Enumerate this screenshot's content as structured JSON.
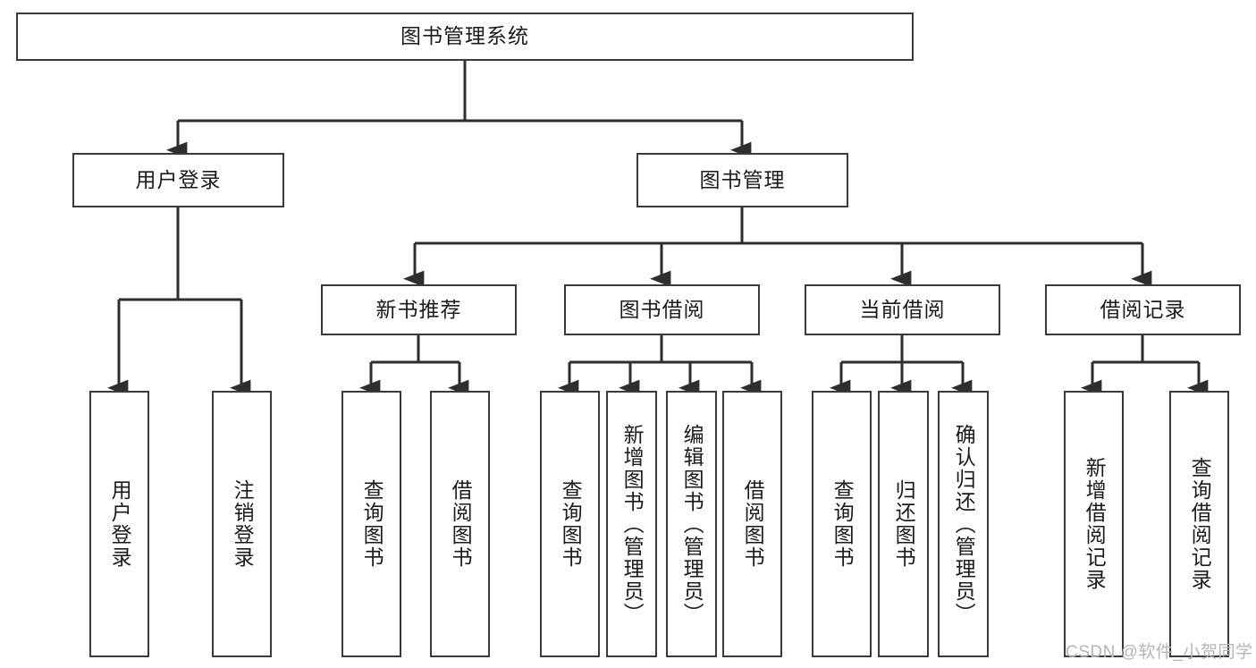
{
  "diagram": {
    "type": "tree",
    "title": "图书管理系统",
    "watermark": "CSDN @软件_小贺同学",
    "colors": {
      "background": "#ffffff",
      "border": "#3a3a3a",
      "text": "#1b1b1b",
      "connector": "#2e2e2e",
      "watermark": "#b6b6b6"
    },
    "nodes": {
      "root": {
        "label": "图书管理系统",
        "orientation": "horizontal",
        "level": 0
      },
      "l1_user_login": {
        "label": "用户登录",
        "orientation": "horizontal",
        "level": 1
      },
      "l1_book_manage": {
        "label": "图书管理",
        "orientation": "horizontal",
        "level": 1
      },
      "l2_new_book_rec": {
        "label": "新书推荐",
        "orientation": "horizontal",
        "level": 2
      },
      "l2_book_borrow": {
        "label": "图书借阅",
        "orientation": "horizontal",
        "level": 2
      },
      "l2_current_borrow": {
        "label": "当前借阅",
        "orientation": "horizontal",
        "level": 2
      },
      "l2_borrow_record": {
        "label": "借阅记录",
        "orientation": "horizontal",
        "level": 2
      },
      "leaf_user_login": {
        "label": "用户登录",
        "orientation": "vertical",
        "level": 3,
        "parent": "用户登录"
      },
      "leaf_user_logout": {
        "label": "注销登录",
        "orientation": "vertical",
        "level": 3,
        "parent": "用户登录"
      },
      "leaf_rec_query": {
        "label": "查询图书",
        "orientation": "vertical",
        "level": 3,
        "parent": "新书推荐"
      },
      "leaf_rec_borrow": {
        "label": "借阅图书",
        "orientation": "vertical",
        "level": 3,
        "parent": "新书推荐"
      },
      "leaf_borrow_query": {
        "label": "查询图书",
        "orientation": "vertical",
        "level": 3,
        "parent": "图书借阅"
      },
      "leaf_borrow_add": {
        "label": "新增图书（管理员）",
        "orientation": "vertical",
        "level": 3,
        "parent": "图书借阅"
      },
      "leaf_borrow_edit": {
        "label": "编辑图书（管理员）",
        "orientation": "vertical",
        "level": 3,
        "parent": "图书借阅"
      },
      "leaf_borrow_do": {
        "label": "借阅图书",
        "orientation": "vertical",
        "level": 3,
        "parent": "图书借阅"
      },
      "leaf_cur_query": {
        "label": "查询图书",
        "orientation": "vertical",
        "level": 3,
        "parent": "当前借阅"
      },
      "leaf_cur_return": {
        "label": "归还图书",
        "orientation": "vertical",
        "level": 3,
        "parent": "当前借阅"
      },
      "leaf_cur_confirm": {
        "label": "确认归还（管理员）",
        "orientation": "vertical",
        "level": 3,
        "parent": "当前借阅"
      },
      "leaf_rec_add": {
        "label": "新增借阅记录",
        "orientation": "vertical",
        "level": 3,
        "parent": "借阅记录"
      },
      "leaf_rec_query2": {
        "label": "查询借阅记录",
        "orientation": "vertical",
        "level": 3,
        "parent": "借阅记录"
      }
    },
    "edges": [
      {
        "from": "图书管理系统",
        "to": "用户登录"
      },
      {
        "from": "图书管理系统",
        "to": "图书管理"
      },
      {
        "from": "用户登录",
        "to": "用户登录"
      },
      {
        "from": "用户登录",
        "to": "注销登录"
      },
      {
        "from": "图书管理",
        "to": "新书推荐"
      },
      {
        "from": "图书管理",
        "to": "图书借阅"
      },
      {
        "from": "图书管理",
        "to": "当前借阅"
      },
      {
        "from": "图书管理",
        "to": "借阅记录"
      },
      {
        "from": "新书推荐",
        "to": "查询图书"
      },
      {
        "from": "新书推荐",
        "to": "借阅图书"
      },
      {
        "from": "图书借阅",
        "to": "查询图书"
      },
      {
        "from": "图书借阅",
        "to": "新增图书（管理员）"
      },
      {
        "from": "图书借阅",
        "to": "编辑图书（管理员）"
      },
      {
        "from": "图书借阅",
        "to": "借阅图书"
      },
      {
        "from": "当前借阅",
        "to": "查询图书"
      },
      {
        "from": "当前借阅",
        "to": "归还图书"
      },
      {
        "from": "当前借阅",
        "to": "确认归还（管理员）"
      },
      {
        "from": "借阅记录",
        "to": "新增借阅记录"
      },
      {
        "from": "借阅记录",
        "to": "查询借阅记录"
      }
    ]
  }
}
